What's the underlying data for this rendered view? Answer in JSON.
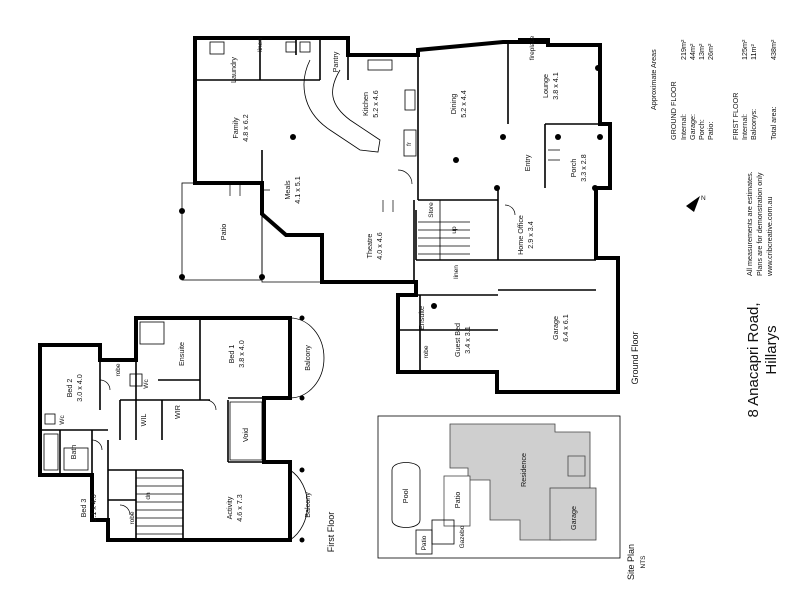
{
  "address": {
    "line1": "8 Anacapri Road,",
    "line2": "Hillarys"
  },
  "floors": {
    "ground_floor_label": "Ground Floor",
    "first_floor_label": "First Floor"
  },
  "site_plan": {
    "title": "Site Plan",
    "subtitle": "NTS",
    "labels": {
      "residence": "Residence",
      "garage": "Garage",
      "patio_house": "Patio",
      "pool": "Pool",
      "patio_pool": "Patio",
      "gazebo": "Gazebo"
    }
  },
  "areas": {
    "title": "Approximate Areas",
    "ground_heading": "GROUND FLOOR",
    "ground_rows": [
      {
        "label": "Internal:",
        "value": "219m²"
      },
      {
        "label": "Garage:",
        "value": "44m²"
      },
      {
        "label": "Porch:",
        "value": "13m²"
      },
      {
        "label": "Patio:",
        "value": "26m²"
      }
    ],
    "first_heading": "FIRST FLOOR",
    "first_rows": [
      {
        "label": "Internal:",
        "value": "125m²"
      },
      {
        "label": "Balconys:",
        "value": "11m²"
      }
    ],
    "total_label": "Total area:",
    "total_value": "438m²"
  },
  "disclaimer": {
    "line1": "All measurements are estimates.",
    "line2": "Plans are for demonstration only",
    "line3": "www.cribcreative.com.au"
  },
  "ground_rooms": {
    "laundry": {
      "name": "Laundry",
      "size": ""
    },
    "linen_top": {
      "name": "linen",
      "size": ""
    },
    "pantry": {
      "name": "Pantry",
      "size": ""
    },
    "family": {
      "name": "Family",
      "size": "4.8 x 6.2"
    },
    "kitchen": {
      "name": "Kitchen",
      "size": "5.2 x 4.6"
    },
    "dining": {
      "name": "Dining",
      "size": "5.2 x 4.4"
    },
    "lounge": {
      "name": "Lounge",
      "size": "3.8 x 4.1"
    },
    "fireplace": {
      "name": "fireplace",
      "size": ""
    },
    "meals": {
      "name": "Meals",
      "size": "4.1 x 5.1"
    },
    "patio": {
      "name": "Patio",
      "size": ""
    },
    "theatre": {
      "name": "Theatre",
      "size": "4.0 x 4.6"
    },
    "store": {
      "name": "Store",
      "size": ""
    },
    "entry": {
      "name": "Entry",
      "size": ""
    },
    "porch": {
      "name": "Porch",
      "size": "3.3 x 2.8"
    },
    "home_office": {
      "name": "Home Office",
      "size": "2.9 x 3.4"
    },
    "linen_mid": {
      "name": "linen",
      "size": ""
    },
    "up": {
      "name": "up",
      "size": ""
    },
    "ensuite": {
      "name": "Ensuite",
      "size": ""
    },
    "guest_bed": {
      "name": "Guest Bed",
      "size": "3.4 x 3.1"
    },
    "robe": {
      "name": "robe",
      "size": ""
    },
    "garage": {
      "name": "Garage",
      "size": "6.4 x 6.1"
    },
    "fridge": {
      "name": "fr",
      "size": ""
    }
  },
  "first_rooms": {
    "bed2": {
      "name": "Bed 2",
      "size": "3.0 x 4.0"
    },
    "robe_bed2": {
      "name": "robe",
      "size": ""
    },
    "wc_a": {
      "name": "Wc",
      "size": ""
    },
    "ensuite": {
      "name": "Ensuite",
      "size": ""
    },
    "bed1": {
      "name": "Bed 1",
      "size": "3.8 x 4.0"
    },
    "balcony_top": {
      "name": "Balcony",
      "size": ""
    },
    "wc_b": {
      "name": "Wc",
      "size": ""
    },
    "bath": {
      "name": "Bath",
      "size": ""
    },
    "wil": {
      "name": "WIL",
      "size": ""
    },
    "wir": {
      "name": "WIR",
      "size": ""
    },
    "void": {
      "name": "Void",
      "size": ""
    },
    "bed3": {
      "name": "Bed 3",
      "size": "3.1 x 4.0"
    },
    "robe_bed3": {
      "name": "robe",
      "size": ""
    },
    "dn": {
      "name": "dn",
      "size": ""
    },
    "activity": {
      "name": "Activity",
      "size": "4.6 x 7.3"
    },
    "balcony_bottom": {
      "name": "Balcony",
      "size": ""
    }
  }
}
